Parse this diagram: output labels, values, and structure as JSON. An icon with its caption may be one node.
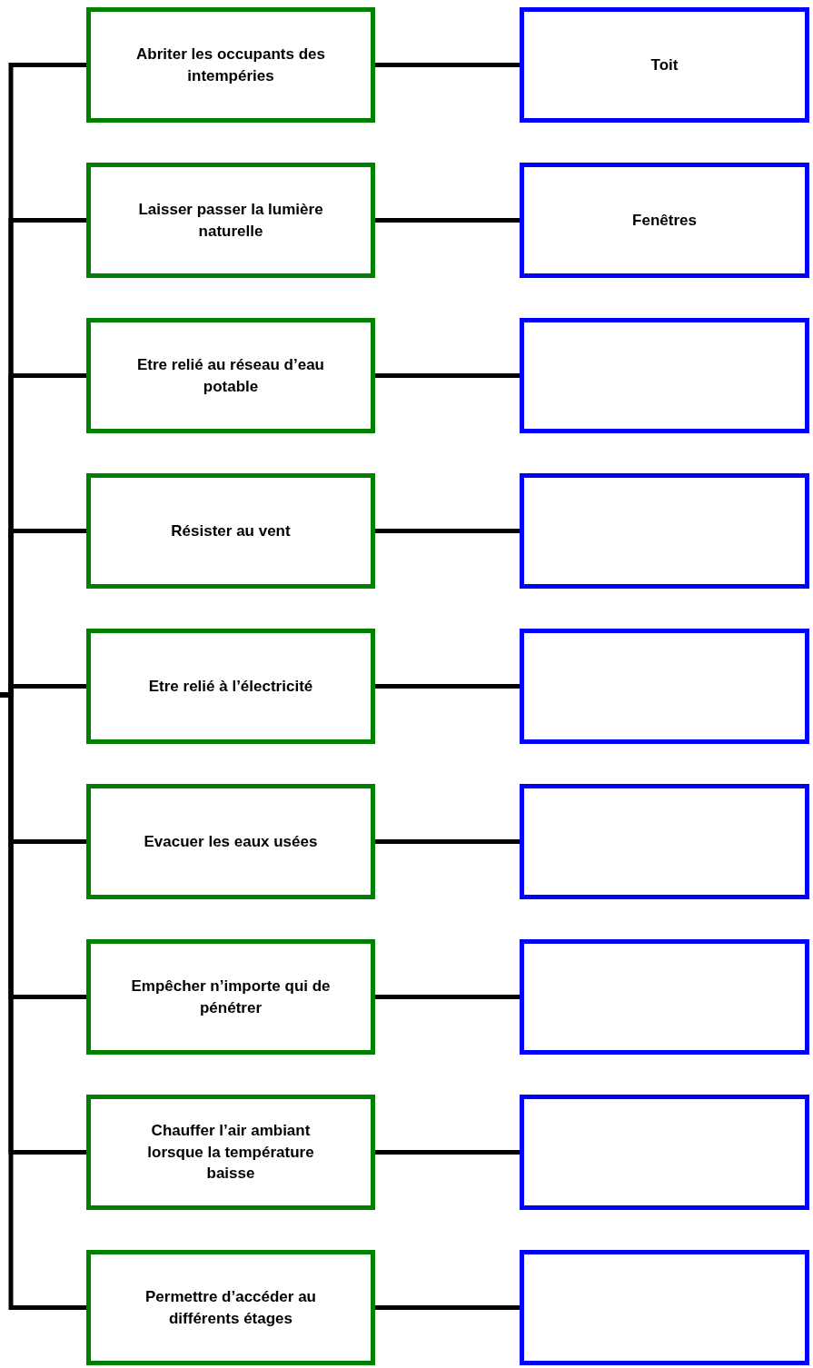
{
  "diagram": {
    "nodes": [
      {
        "text": [
          "Abriter les occupants des intempéries"
        ]
      },
      {
        "text": [
          "Laisser passer la lumière naturelle"
        ]
      },
      {
        "text": [
          "Etre relié au réseau d’eau potable"
        ]
      },
      {
        "text": [
          "Résister au vent"
        ]
      },
      {
        "text": [
          "Etre relié à l’électricité"
        ]
      },
      {
        "text": [
          "Evacuer les eaux usées"
        ]
      },
      {
        "text": [
          "Empêcher n’importe qui de pénétrer"
        ]
      },
      {
        "text": [
          "Chauffer l’air ambiant lorsque la température baisse"
        ]
      },
      {
        "text": [
          "Permettre d’accéder au différents étages"
        ]
      },
      {
        "text": [
          "Toit"
        ]
      },
      {
        "text": [
          "Fenêtres"
        ]
      },
      {
        "text": [],
        "shape": "box"
      },
      {
        "text": [],
        "shape": "box"
      },
      {
        "text": [],
        "shape": "box"
      },
      {
        "text": [],
        "shape": "box"
      },
      {
        "text": [],
        "shape": "box"
      },
      {
        "text": [],
        "shape": "box"
      },
      {
        "text": [],
        "shape": "box"
      }
    ],
    "edges": [
      {
        "from": null,
        "to": 0,
        "arrow": "none"
      },
      {
        "from": null,
        "to": 1,
        "arrow": "none"
      },
      {
        "from": null,
        "to": 2,
        "arrow": "none"
      },
      {
        "from": null,
        "to": 3,
        "arrow": "none"
      },
      {
        "from": null,
        "to": 4,
        "arrow": "none"
      },
      {
        "from": null,
        "to": 5,
        "arrow": "none"
      },
      {
        "from": null,
        "to": 6,
        "arrow": "none"
      },
      {
        "from": null,
        "to": 7,
        "arrow": "none"
      },
      {
        "from": null,
        "to": 8,
        "arrow": "none"
      },
      {
        "from": 0,
        "to": 9,
        "arrow": "none"
      },
      {
        "from": 1,
        "to": 10,
        "arrow": "none"
      },
      {
        "from": 2,
        "to": 11,
        "arrow": "none"
      },
      {
        "from": 3,
        "to": 12,
        "arrow": "none"
      },
      {
        "from": 4,
        "to": 13,
        "arrow": "none"
      },
      {
        "from": 5,
        "to": 14,
        "arrow": "none"
      },
      {
        "from": 6,
        "to": 15,
        "arrow": "none"
      },
      {
        "from": 7,
        "to": 16,
        "arrow": "none"
      },
      {
        "from": 8,
        "to": 17,
        "arrow": "none"
      }
    ]
  }
}
